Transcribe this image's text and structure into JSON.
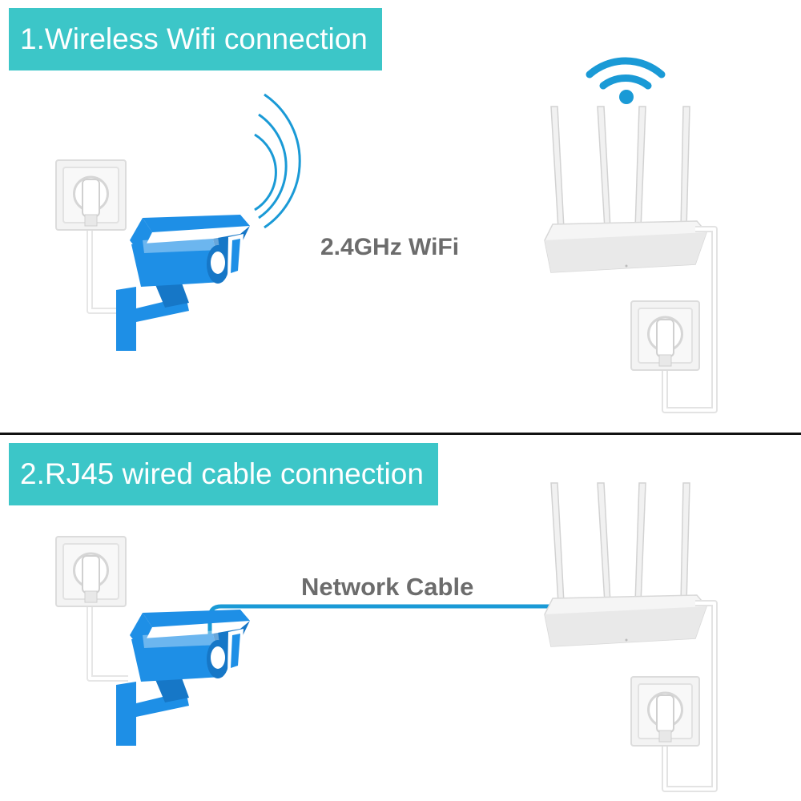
{
  "wireless": {
    "title": "1.Wireless Wifi connection",
    "label": "2.4GHz WiFi"
  },
  "wired": {
    "title": "2.RJ45 wired cable connection",
    "label": "Network Cable"
  },
  "colors": {
    "banner": "#3cc6c8",
    "camera": "#1e8fe6",
    "signal": "#1a9ad6",
    "label": "#6c6c6c",
    "divider": "#111111"
  }
}
